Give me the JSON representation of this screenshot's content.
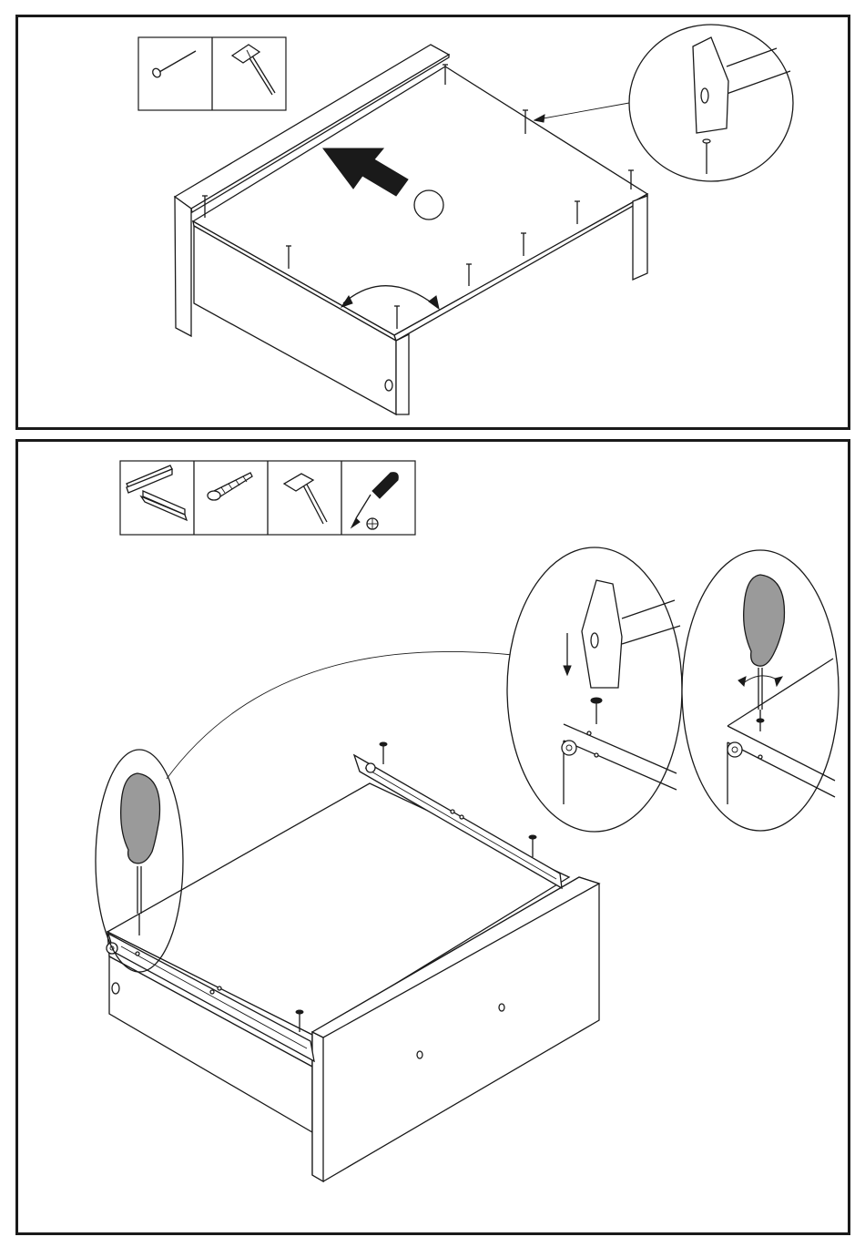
{
  "document": {
    "type": "assembly-instructions",
    "steps": [
      {
        "panel": "top",
        "tools": [
          {
            "icon": "nail-icon"
          },
          {
            "icon": "hammer-icon"
          }
        ],
        "callouts": [
          "hammer-nail-detail"
        ]
      },
      {
        "panel": "bottom",
        "tools": [
          {
            "icon": "drawer-runner-icon"
          },
          {
            "icon": "screw-icon"
          },
          {
            "icon": "hammer-icon"
          },
          {
            "icon": "phillips-screwdriver-icon"
          }
        ],
        "callouts": [
          "hammer-screw-detail",
          "screwdriver-detail",
          "screwdriver-side-detail"
        ]
      }
    ],
    "colors": {
      "line": "#1a1a1a",
      "handle": "#9a9a9a",
      "background": "#ffffff"
    }
  }
}
